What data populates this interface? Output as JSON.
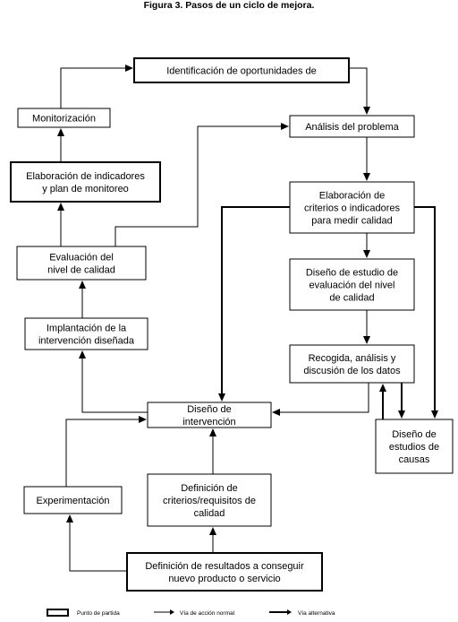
{
  "figure": {
    "title": "Figura 3. Pasos de un ciclo de mejora."
  },
  "nodes": [
    {
      "id": "identificacion",
      "lines": [
        "Identificación de oportunidades de"
      ],
      "start": true
    },
    {
      "id": "analisis",
      "lines": [
        "Análisis del problema"
      ],
      "start": false
    },
    {
      "id": "elaboracion-criterios",
      "lines": [
        "Elaboración de",
        "criterios o indicadores",
        "para medir calidad"
      ],
      "start": false
    },
    {
      "id": "diseno-estudio",
      "lines": [
        "Diseño de estudio de",
        "evaluación del nivel",
        "de calidad"
      ],
      "start": false
    },
    {
      "id": "recogida",
      "lines": [
        "Recogida, análisis y",
        "discusión de los datos"
      ],
      "start": false
    },
    {
      "id": "diseno-causas",
      "lines": [
        "Diseño de",
        "estudios de",
        "causas"
      ],
      "start": false
    },
    {
      "id": "diseno-intervencion",
      "lines": [
        "Diseño de",
        "intervención"
      ],
      "start": false
    },
    {
      "id": "definicion-criterios",
      "lines": [
        "Definición de",
        "criterios/requisitos de",
        "calidad"
      ],
      "start": false
    },
    {
      "id": "definicion-resultados",
      "lines": [
        "Definición de resultados a conseguir",
        "nuevo producto o servicio"
      ],
      "start": true
    },
    {
      "id": "experimentacion",
      "lines": [
        "Experimentación"
      ],
      "start": false
    },
    {
      "id": "implantacion",
      "lines": [
        "Implantación de la",
        "intervención diseñada"
      ],
      "start": false
    },
    {
      "id": "evaluacion",
      "lines": [
        "Evaluación del",
        "nivel de calidad"
      ],
      "start": false
    },
    {
      "id": "elaboracion-indicadores",
      "lines": [
        "Elaboración de indicadores",
        "y plan de monitoreo"
      ],
      "start": true
    },
    {
      "id": "monitorizacion",
      "lines": [
        "Monitorización"
      ],
      "start": false
    }
  ],
  "edges": [
    {
      "from": "identificacion",
      "to": "analisis",
      "kind": "normal"
    },
    {
      "from": "analisis",
      "to": "elaboracion-criterios",
      "kind": "normal"
    },
    {
      "from": "elaboracion-criterios",
      "to": "diseno-estudio",
      "kind": "normal"
    },
    {
      "from": "diseno-estudio",
      "to": "recogida",
      "kind": "normal"
    },
    {
      "from": "recogida",
      "to": "diseno-causas",
      "kind": "alternative"
    },
    {
      "from": "diseno-causas",
      "to": "recogida",
      "kind": "alternative"
    },
    {
      "from": "elaboracion-criterios",
      "to": "diseno-causas",
      "kind": "alternative"
    },
    {
      "from": "elaboracion-criterios",
      "to": "diseno-intervencion",
      "kind": "alternative"
    },
    {
      "from": "recogida",
      "to": "diseno-intervencion",
      "kind": "normal"
    },
    {
      "from": "diseno-intervencion",
      "to": "implantacion",
      "kind": "normal"
    },
    {
      "from": "definicion-resultados",
      "to": "definicion-criterios",
      "kind": "normal"
    },
    {
      "from": "definicion-criterios",
      "to": "diseno-intervencion",
      "kind": "normal"
    },
    {
      "from": "definicion-resultados",
      "to": "experimentacion",
      "kind": "normal"
    },
    {
      "from": "experimentacion",
      "to": "diseno-intervencion",
      "kind": "normal"
    },
    {
      "from": "implantacion",
      "to": "evaluacion",
      "kind": "normal"
    },
    {
      "from": "evaluacion",
      "to": "analisis",
      "kind": "normal"
    },
    {
      "from": "evaluacion",
      "to": "elaboracion-indicadores",
      "kind": "normal"
    },
    {
      "from": "elaboracion-indicadores",
      "to": "monitorizacion",
      "kind": "normal"
    },
    {
      "from": "monitorizacion",
      "to": "identificacion",
      "kind": "normal"
    }
  ],
  "legend": {
    "start_point": "Punto de partida",
    "normal_path": "Vía de acción normal",
    "alternative_path": "Vía alternativa"
  }
}
